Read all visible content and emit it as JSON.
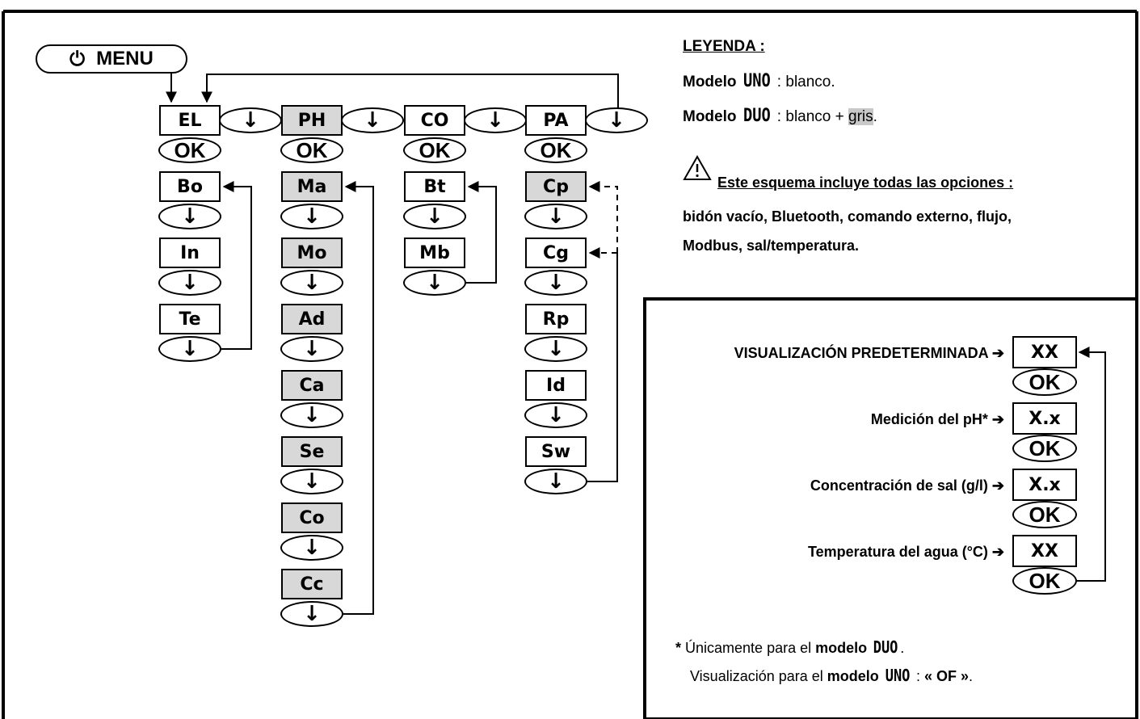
{
  "menu_button": {
    "power_icon": "power-icon",
    "label": "MENU"
  },
  "ok_label": "OK",
  "down_icon": "down-arrow-icon",
  "columns": [
    {
      "header": "EL",
      "gray": false,
      "items": [
        {
          "code": "Bo",
          "gray": false
        },
        {
          "code": "In",
          "gray": false
        },
        {
          "code": "Te",
          "gray": false
        }
      ]
    },
    {
      "header": "PH",
      "gray": true,
      "items": [
        {
          "code": "Ma",
          "gray": true
        },
        {
          "code": "Mo",
          "gray": true
        },
        {
          "code": "Ad",
          "gray": true
        },
        {
          "code": "Ca",
          "gray": true
        },
        {
          "code": "Se",
          "gray": true
        },
        {
          "code": "Co",
          "gray": true
        },
        {
          "code": "Cc",
          "gray": true
        }
      ]
    },
    {
      "header": "CO",
      "gray": false,
      "items": [
        {
          "code": "Bt",
          "gray": false
        },
        {
          "code": "Mb",
          "gray": false
        }
      ]
    },
    {
      "header": "PA",
      "gray": false,
      "items": [
        {
          "code": "Cp",
          "gray": true
        },
        {
          "code": "Cg",
          "gray": false
        },
        {
          "code": "Rp",
          "gray": false
        },
        {
          "code": "Id",
          "gray": false
        },
        {
          "code": "Sw",
          "gray": false
        }
      ]
    }
  ],
  "legend": {
    "title": "LEYENDA :",
    "uno_prefix": "Modelo ",
    "uno_name": "UNO",
    "uno_sep": " :  ",
    "uno_desc": "blanco.",
    "duo_prefix": "Modelo ",
    "duo_name": "DUO",
    "duo_sep": " :  ",
    "duo_desc": "blanco + ",
    "duo_gray": "gris",
    "duo_end": ".",
    "warning_icon": "warning-triangle-icon",
    "warning_text": "Este esquema incluye todas las opciones :",
    "options_line1": "bidón vacío, Bluetooth, comando externo, flujo,",
    "options_line2": "Modbus, sal/temperatura."
  },
  "display": {
    "rows": [
      {
        "label": "VISUALIZACIÓN PREDETERMINADA ➔",
        "value": "XX"
      },
      {
        "label": "Medición del pH* ➔",
        "value": "X.x"
      },
      {
        "label": "Concentración de sal (g/l) ➔",
        "value": "X.x"
      },
      {
        "label": "Temperatura del agua (°C) ➔",
        "value": "XX"
      }
    ],
    "note_star": "*",
    "note_1a": " Únicamente para el ",
    "note_1b": "modelo",
    "note_1c": "DUO",
    "note_1d": ".",
    "note_2a": "Visualización para el ",
    "note_2b": "modelo",
    "note_2c": "UNO",
    "note_2d": " :  ",
    "note_2e": "« OF »",
    "note_2f": "."
  }
}
